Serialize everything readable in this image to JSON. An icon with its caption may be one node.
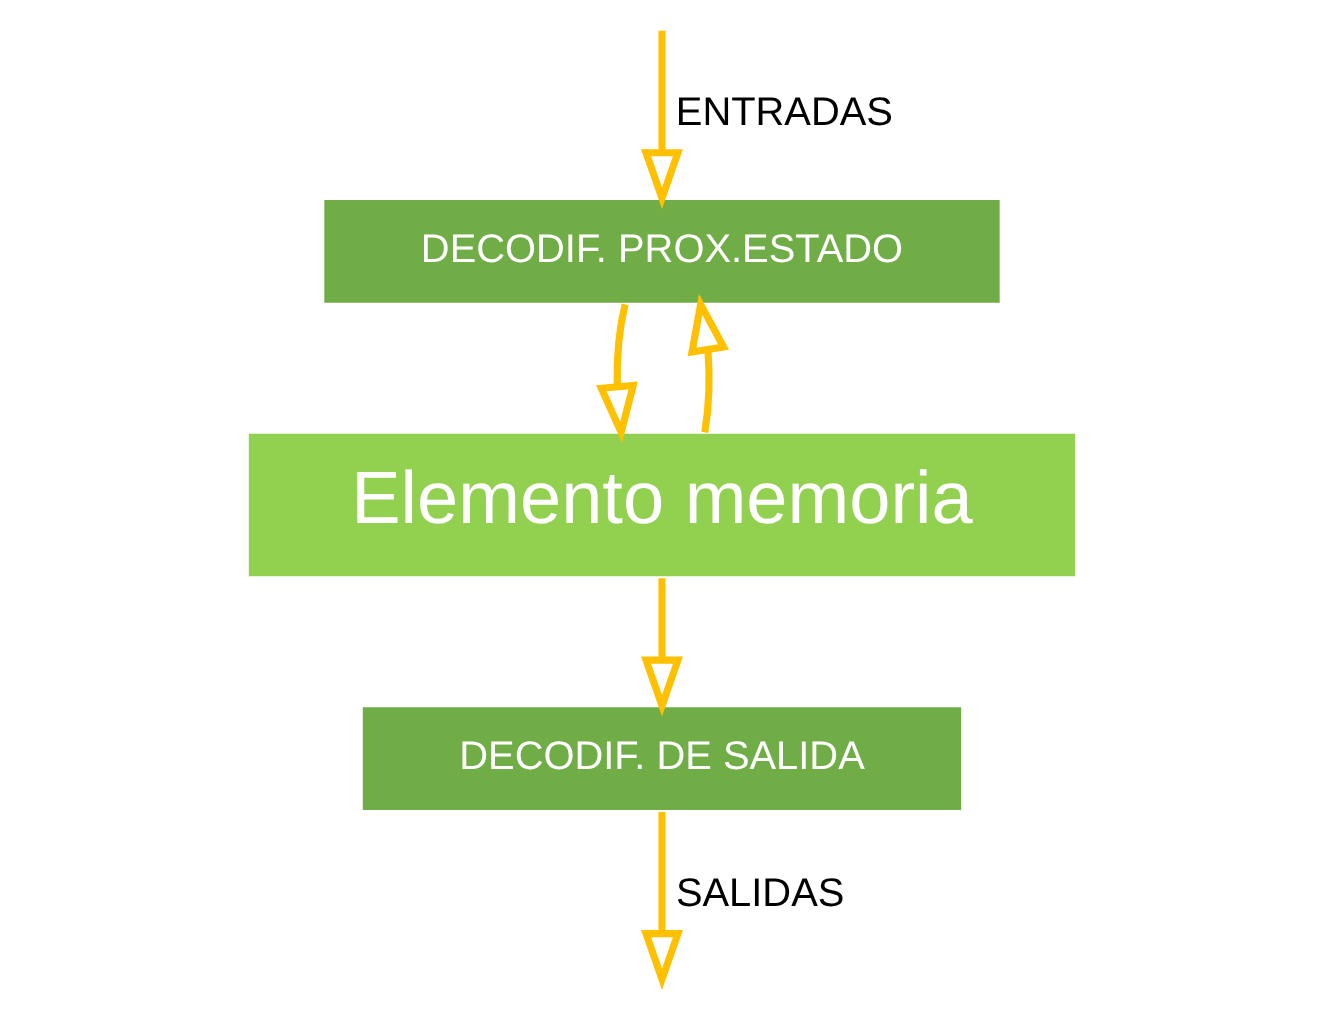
{
  "diagram": {
    "nodes": [
      {
        "text": [
          "DECODIF. PROX.ESTADO"
        ]
      },
      {
        "text": [
          "Elemento memoria"
        ]
      },
      {
        "text": [
          "DECODIF. DE SALIDA"
        ]
      }
    ],
    "edges": [
      {
        "from": null,
        "to": 0,
        "arrow": "to",
        "label": "ENTRADAS"
      },
      {
        "from": 0,
        "to": 1,
        "arrow": "to"
      },
      {
        "from": 1,
        "to": 2,
        "arrow": "to"
      },
      {
        "from": 1,
        "to": 0,
        "arrow": "to"
      },
      {
        "from": 2,
        "to": null,
        "arrow": "to",
        "label": "SALIDAS"
      }
    ]
  }
}
